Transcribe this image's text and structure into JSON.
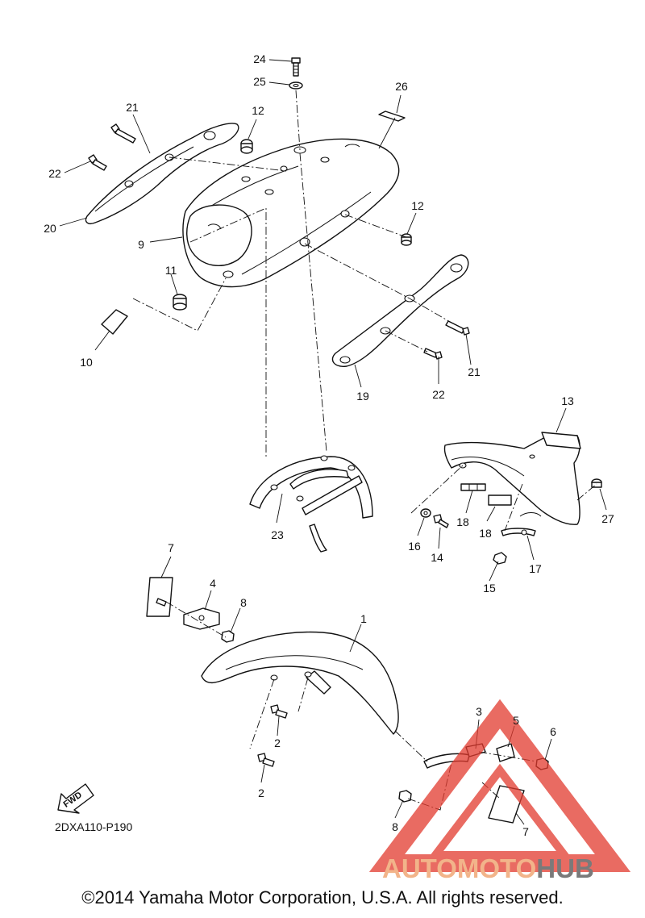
{
  "diagram": {
    "callouts": [
      "1",
      "2",
      "2",
      "3",
      "4",
      "5",
      "6",
      "7",
      "7",
      "8",
      "8",
      "9",
      "10",
      "11",
      "12",
      "12",
      "13",
      "14",
      "15",
      "16",
      "17",
      "18",
      "18",
      "19",
      "20",
      "21",
      "21",
      "22",
      "22",
      "23",
      "24",
      "25",
      "26",
      "27"
    ],
    "fwd_label": "FWD",
    "drawing_code": "2DXA110-P190"
  },
  "watermark": {
    "word_part1": "AUTOMOTO",
    "word_part2": "HUB",
    "color_primary": "#f2b48a",
    "color_secondary": "#7a7a7a",
    "triangle_color": "#e23a2e"
  },
  "footer": {
    "copyright": "©2014 Yamaha Motor Corporation, U.S.A. All rights reserved."
  }
}
